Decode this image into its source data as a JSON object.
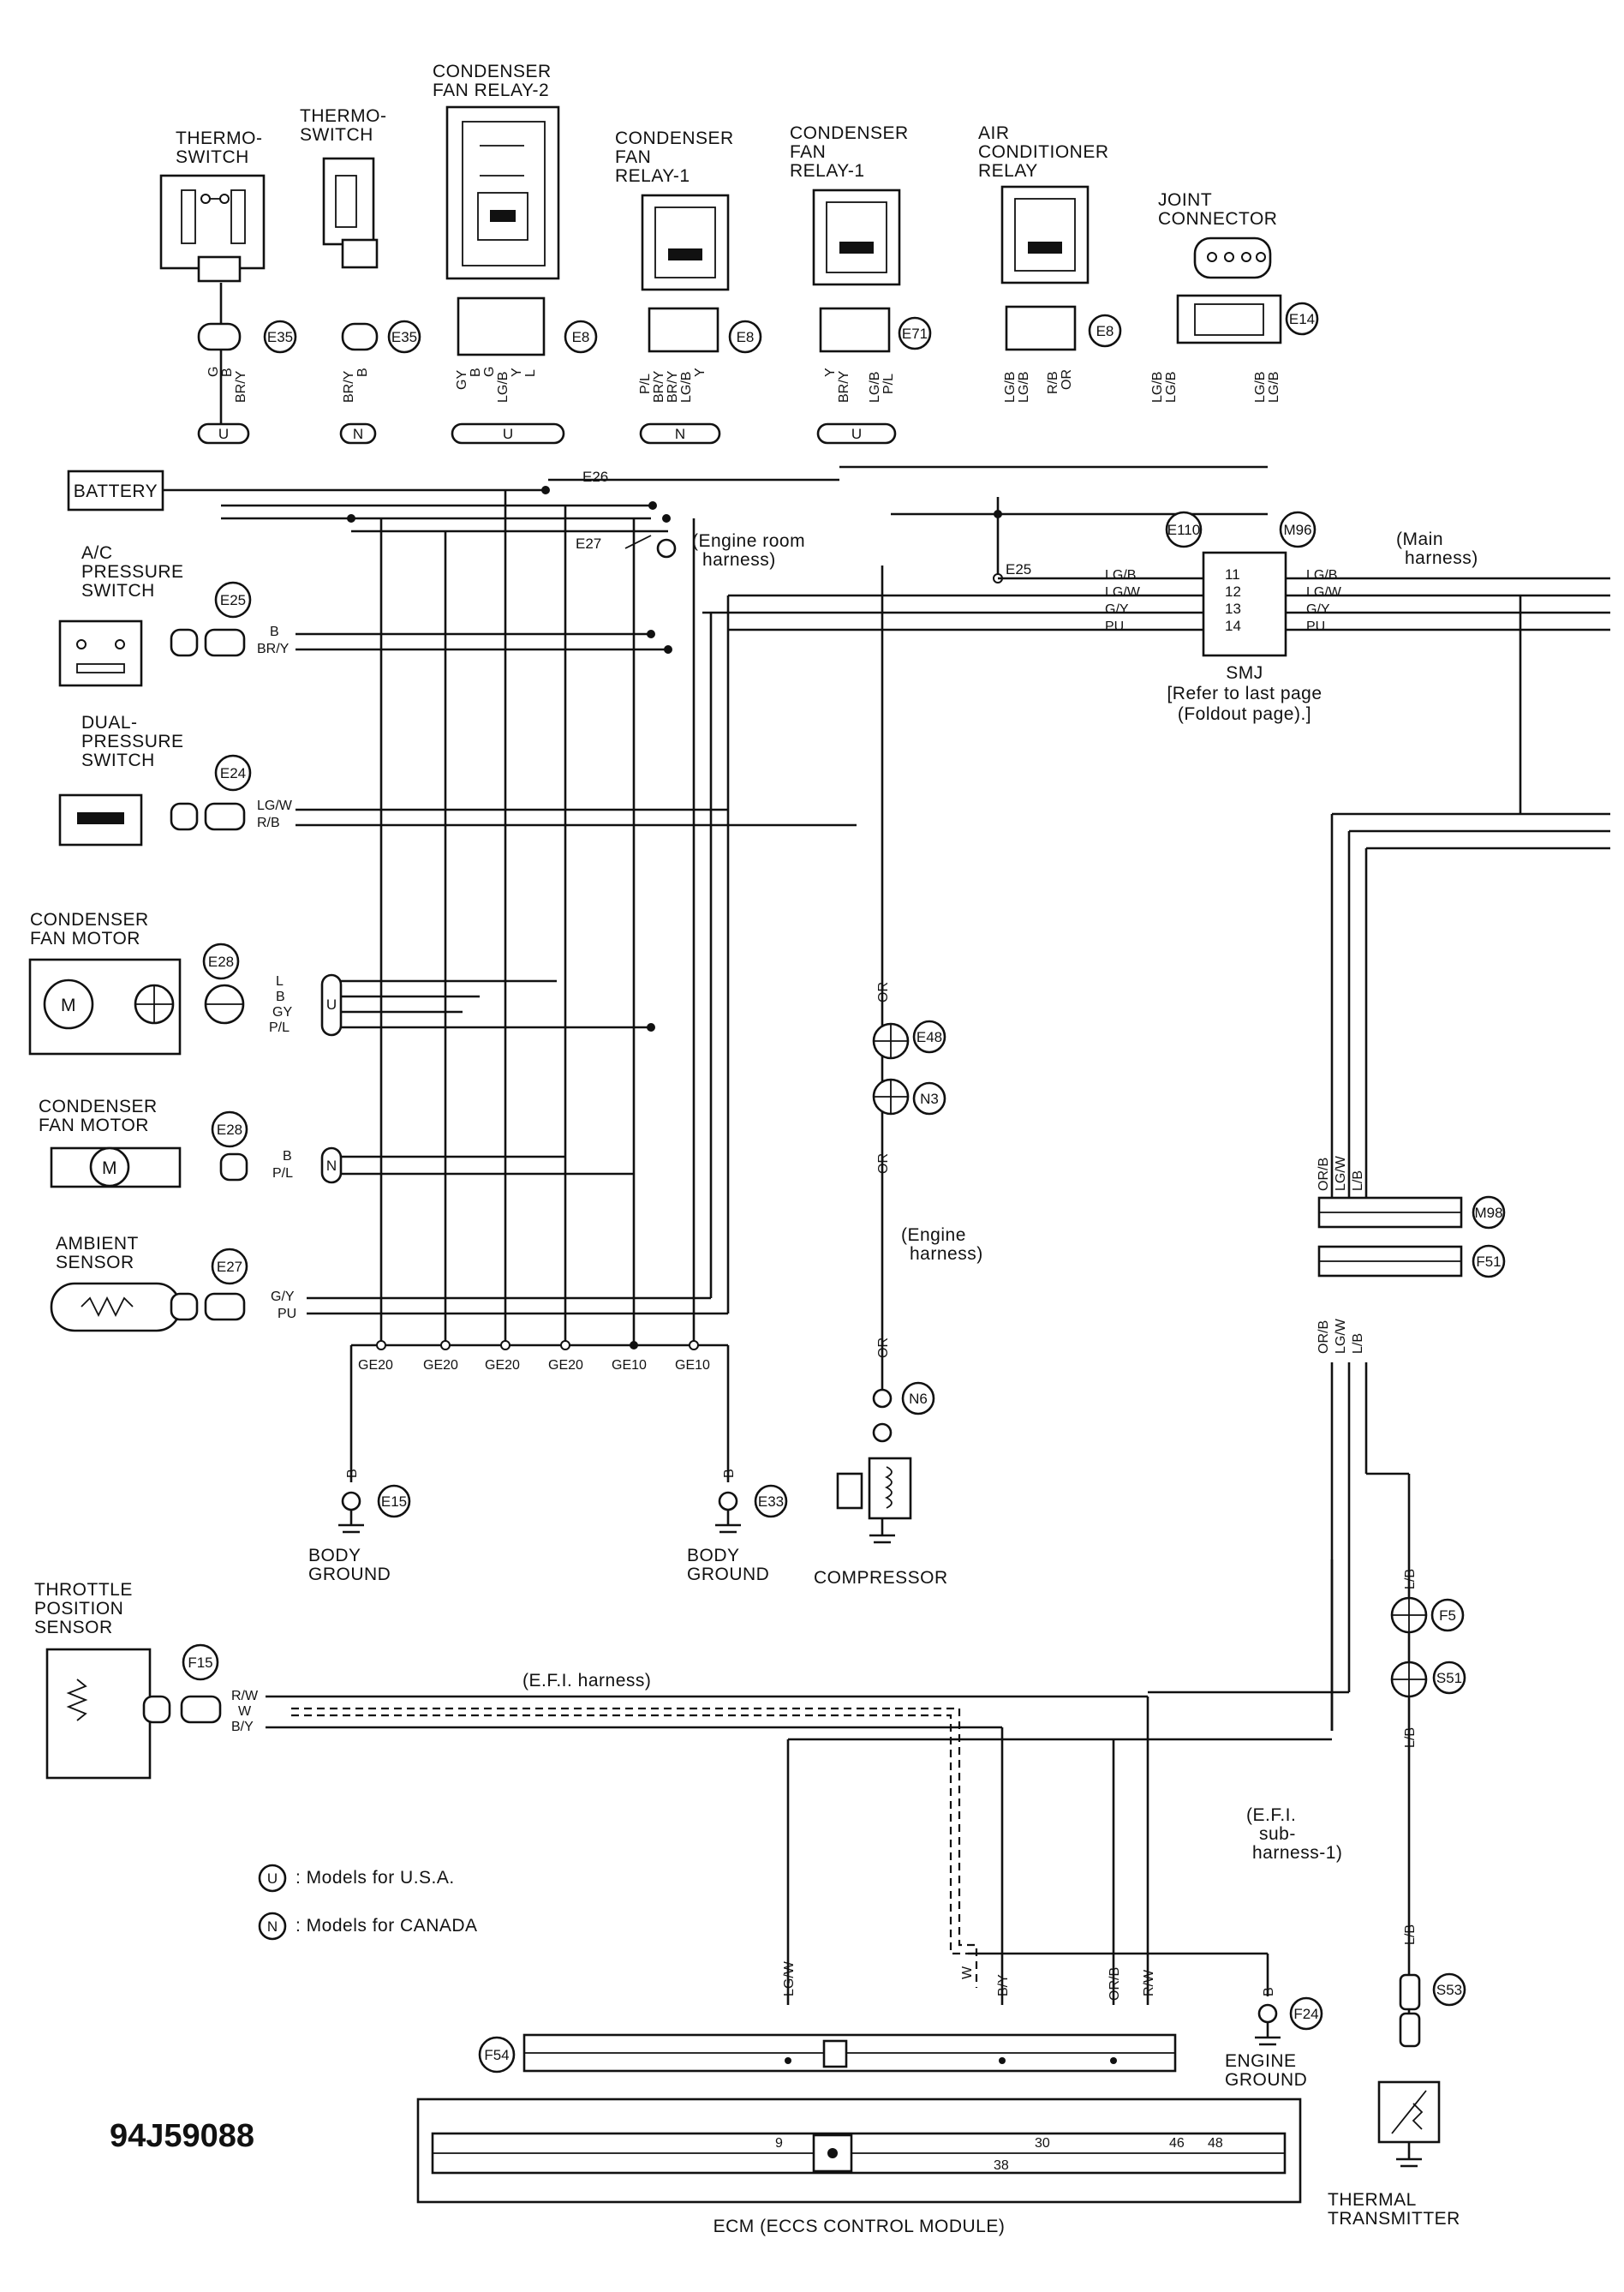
{
  "components": {
    "thermo_switch_1": [
      "THERMO-",
      "SWITCH"
    ],
    "thermo_switch_2": [
      "THERMO-",
      "SWITCH"
    ],
    "condenser_fan_relay_2": [
      "CONDENSER",
      "FAN RELAY-2"
    ],
    "condenser_fan_relay_1a": [
      "CONDENSER",
      "FAN",
      "RELAY-1"
    ],
    "condenser_fan_relay_1b": [
      "CONDENSER",
      "FAN",
      "RELAY-1"
    ],
    "air_conditioner_relay": [
      "AIR",
      "CONDITIONER",
      "RELAY"
    ],
    "joint_connector": [
      "JOINT",
      "CONNECTOR"
    ],
    "battery": "BATTERY",
    "ac_pressure_switch": [
      "A/C",
      "PRESSURE",
      "SWITCH"
    ],
    "dual_pressure_switch": [
      "DUAL-",
      "PRESSURE",
      "SWITCH"
    ],
    "condenser_fan_motor_1": [
      "CONDENSER",
      "FAN MOTOR"
    ],
    "condenser_fan_motor_2": [
      "CONDENSER",
      "FAN MOTOR"
    ],
    "ambient_sensor": [
      "AMBIENT",
      "SENSOR"
    ],
    "throttle_position_sensor": [
      "THROTTLE",
      "POSITION",
      "SENSOR"
    ],
    "smj": "SMJ",
    "smj_note": [
      "[Refer to last page",
      "(Foldout page).]"
    ],
    "body_ground_1": [
      "BODY",
      "GROUND"
    ],
    "body_ground_2": [
      "BODY",
      "GROUND"
    ],
    "compressor": "COMPRESSOR",
    "engine_ground": [
      "ENGINE",
      "GROUND"
    ],
    "thermal_transmitter": [
      "THERMAL",
      "TRANSMITTER"
    ],
    "ecm": "ECM (ECCS CONTROL MODULE)"
  },
  "connectors": {
    "e35a": "E35",
    "e35b": "E35",
    "e8a": "E8",
    "e8b": "E8",
    "e71": "E71",
    "e8c": "E8",
    "e14": "E14",
    "e110": "E110",
    "m96": "M96",
    "e25": "E25",
    "e24": "E24",
    "e28a": "E28",
    "e28b": "E28",
    "e27": "E27",
    "e48": "E48",
    "n3": "N3",
    "n6": "N6",
    "e15": "E15",
    "e33": "E33",
    "f15": "F15",
    "m98": "M98",
    "f51": "F51",
    "f5": "F5",
    "s51": "S51",
    "s53": "S53",
    "f24": "F24",
    "f54": "F54"
  },
  "junctions": {
    "e26": "E26",
    "e27": "E27",
    "e25": "E25"
  },
  "badges": {
    "u": "U",
    "n": "N"
  },
  "harness_labels": {
    "engine_room": [
      "(Engine room",
      "harness)"
    ],
    "main": [
      "(Main",
      "harness)"
    ],
    "engine": [
      "(Engine",
      "harness)"
    ],
    "efi": "(E.F.I. harness)",
    "efi_sub": [
      "(E.F.I.",
      "sub-",
      "harness-1)"
    ]
  },
  "wire_colors": {
    "thermo1": [
      "G",
      "B",
      "BR/Y"
    ],
    "thermo2": [
      "BR/Y",
      "B"
    ],
    "relay2": [
      "GY",
      "B",
      "G",
      "LG/B",
      "Y",
      "L"
    ],
    "relay1a": [
      "P/L",
      "BR/Y",
      "BR/Y",
      "LG/B",
      "Y"
    ],
    "relay1b": [
      "Y",
      "BR/Y",
      "LG/B",
      "P/L"
    ],
    "acrelay": [
      "LG/B",
      "LG/B",
      "R/B",
      "OR"
    ],
    "joint": [
      "LG/B",
      "LG/B",
      "LG/B",
      "LG/B"
    ],
    "smj_in": [
      "LG/B",
      "LG/W",
      "G/Y",
      "PU"
    ],
    "smj_pins": [
      "11",
      "12",
      "13",
      "14"
    ],
    "smj_out": [
      "LG/B",
      "LG/W",
      "G/Y",
      "PU"
    ],
    "acpress": [
      "B",
      "BR/Y"
    ],
    "dualpress": [
      "LG/W",
      "R/B"
    ],
    "fanmotor1": [
      "L",
      "B",
      "GY",
      "P/L"
    ],
    "fanmotor2": [
      "B",
      "P/L"
    ],
    "ambient": [
      "G/Y",
      "PU"
    ],
    "grounds": [
      "GE20",
      "GE20",
      "GE20",
      "GE20",
      "GE10",
      "GE10"
    ],
    "ground_b1": "B",
    "ground_b2": "B",
    "compressor_or": [
      "OR",
      "OR",
      "OR"
    ],
    "m98_top": [
      "OR/B",
      "LG/W",
      "L/B"
    ],
    "f51_bot": [
      "OR/B",
      "LG/W",
      "L/B"
    ],
    "lb": [
      "L/B",
      "L/B",
      "L/B"
    ],
    "tps": [
      "R/W",
      "W",
      "B/Y"
    ],
    "ecm_top": [
      "LG/W",
      "W",
      "B/Y",
      "OR/B",
      "R/W"
    ],
    "engine_ground_b": "B"
  },
  "ecm_pins": [
    "9",
    "38",
    "30",
    "46",
    "48"
  ],
  "legend": [
    {
      "badge": "U",
      "text": ": Models for U.S.A."
    },
    {
      "badge": "N",
      "text": ": Models for CANADA"
    }
  ],
  "figure_id": "94J59088"
}
